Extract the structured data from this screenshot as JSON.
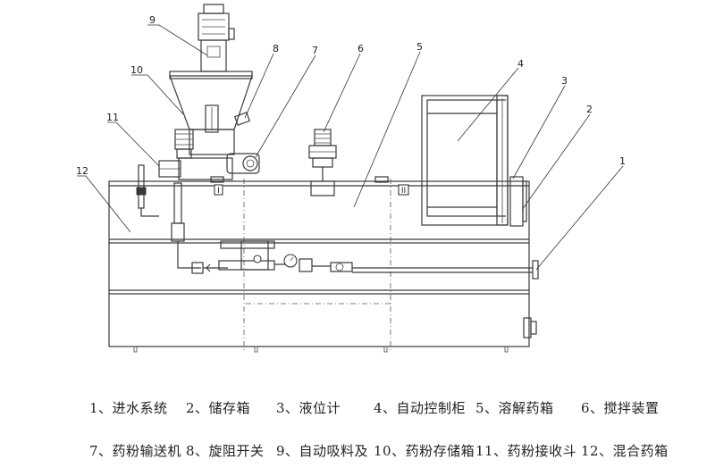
{
  "callouts": [
    "1",
    "2",
    "3",
    "4",
    "5",
    "6",
    "7",
    "8",
    "9",
    "10",
    "11",
    "12"
  ],
  "section_marks": [
    "I",
    "II"
  ],
  "legend": {
    "row1": [
      "1、进水系统",
      "2、储存箱",
      "3、液位计",
      "4、自动控制柜",
      "5、溶解药箱",
      "6、搅拌装置"
    ],
    "row2": [
      "7、药粉输送机",
      "8、旋阻开关",
      "9、自动吸料及",
      "10、药粉存储箱",
      "11、药粉接收斗",
      "12、混合药箱"
    ]
  }
}
